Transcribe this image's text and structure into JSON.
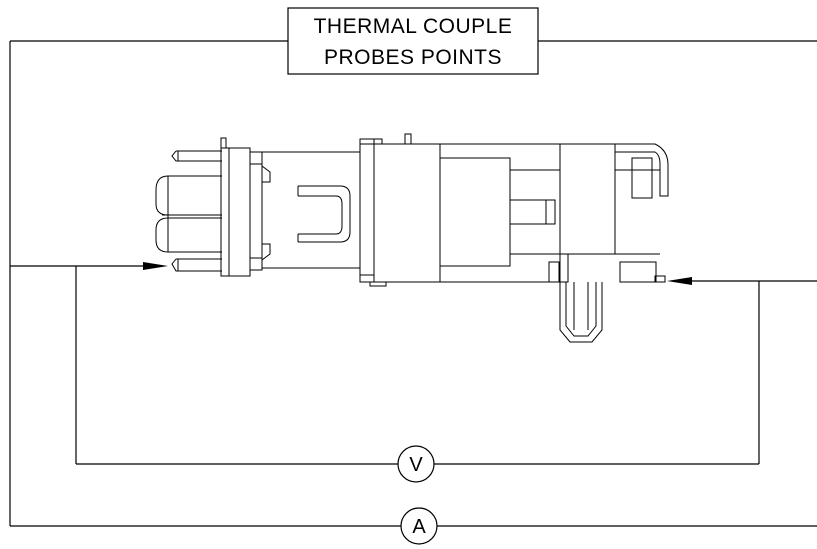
{
  "title": {
    "line1": "THERMAL  COUPLE",
    "line2": "PROBES  POINTS"
  },
  "meters": {
    "voltmeter": "V",
    "ammeter": "A"
  }
}
